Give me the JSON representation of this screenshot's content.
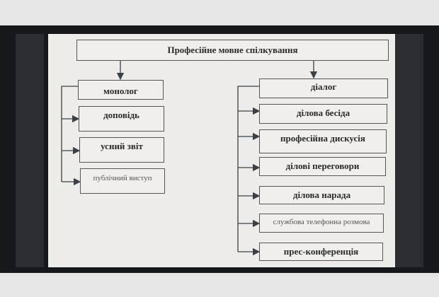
{
  "diagram": {
    "title": "Професійне мовне спілкування",
    "monolog": {
      "label": "монолог",
      "items": [
        "доповідь",
        "усний звіт",
        "публічний виступ"
      ]
    },
    "dialog": {
      "label": "діалог",
      "items": [
        "ділова бесіда",
        "професійна дискусія",
        "ділові переговори",
        "ділова нарада",
        "службова телефонна розмова",
        "прес-конференція"
      ]
    }
  }
}
